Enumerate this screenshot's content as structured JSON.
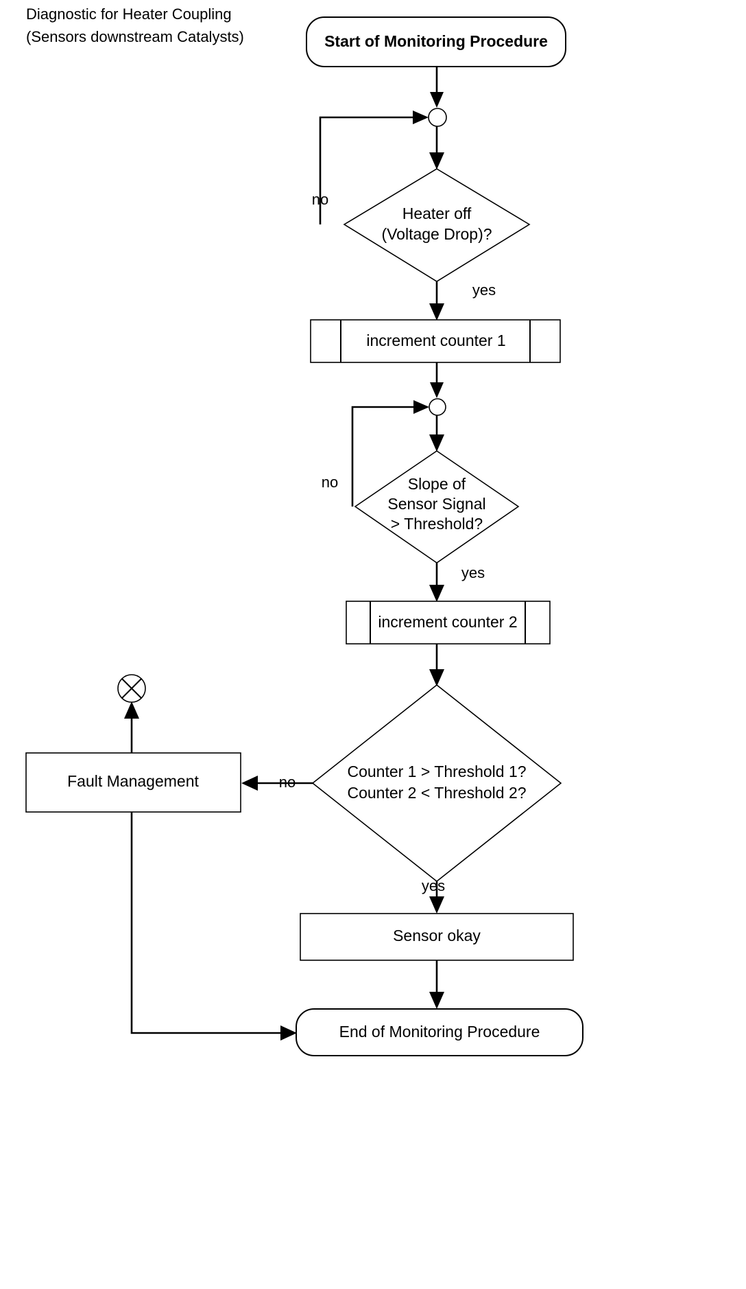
{
  "diagram": {
    "title_line_1": "Diagnostic for Heater Coupling",
    "title_line_2": "(Sensors downstream Catalysts)",
    "stroke_color": "#000000",
    "fill_color": "#ffffff",
    "background": "#ffffff",
    "nodes": {
      "start": {
        "label": "Start of Monitoring Procedure",
        "shape": "rounded-terminator"
      },
      "junction_1": {
        "label": "",
        "shape": "merge-circle"
      },
      "decision_heater_off": {
        "line_1": "Heater off",
        "line_2": "(Voltage Drop)?",
        "shape": "decision-diamond"
      },
      "increment_counter_1": {
        "label": "increment counter 1",
        "shape": "predefined-process"
      },
      "junction_2": {
        "label": "",
        "shape": "merge-circle"
      },
      "decision_slope": {
        "line_1": "Slope of",
        "line_2": "Sensor Signal",
        "line_3": "> Threshold?",
        "shape": "decision-diamond"
      },
      "increment_counter_2": {
        "label": "increment counter 2",
        "shape": "predefined-process"
      },
      "decision_counters": {
        "line_1": "Counter 1 > Threshold 1?",
        "line_2": "Counter 2 < Threshold 2?",
        "shape": "decision-diamond"
      },
      "fault_management": {
        "label": "Fault Management",
        "shape": "process-rectangle"
      },
      "sensor_okay": {
        "label": "Sensor okay",
        "shape": "process-rectangle"
      },
      "end": {
        "label": "End of Monitoring Procedure",
        "shape": "rounded-terminator"
      },
      "abort_terminator": {
        "label": "",
        "shape": "circle-with-cross"
      }
    },
    "edge_labels": {
      "heater_off_no": "no",
      "heater_off_yes": "yes",
      "slope_no": "no",
      "slope_yes": "yes",
      "counters_no": "no",
      "counters_yes": "yes"
    }
  }
}
